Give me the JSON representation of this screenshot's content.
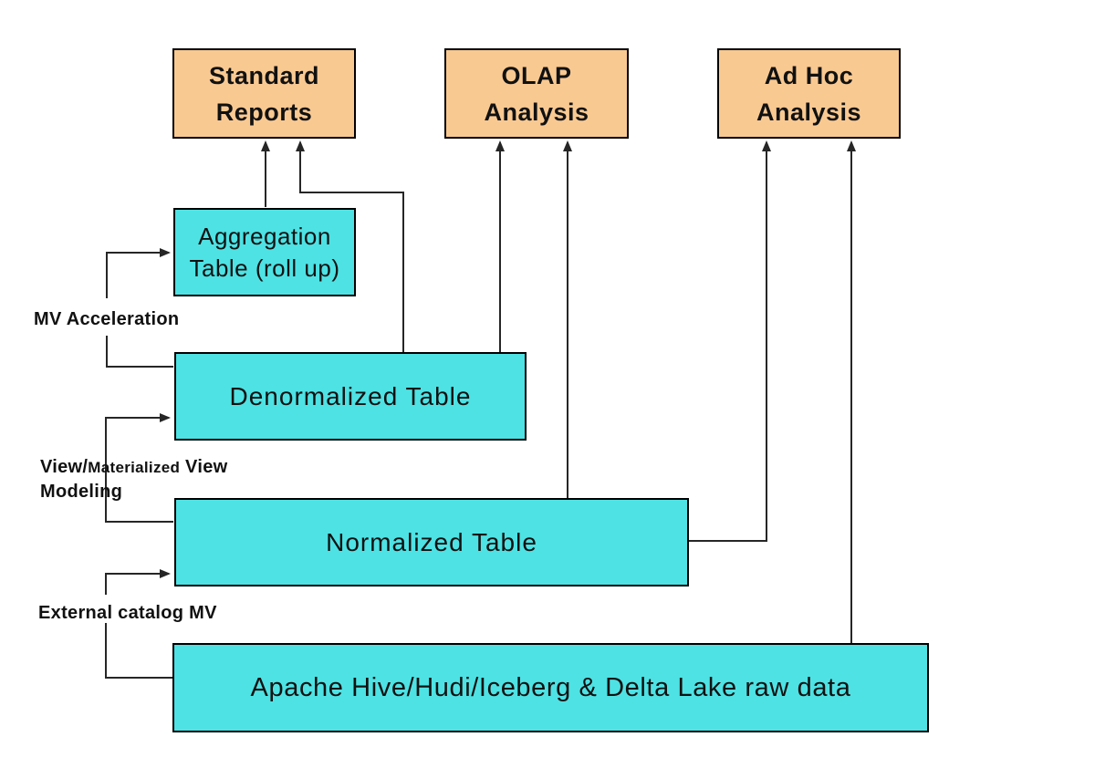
{
  "colors": {
    "bg": "#ffffff",
    "cyan": "#4ee2e4",
    "orange": "#f9c992",
    "border": "#000000",
    "line": "#262626",
    "text": "#111111"
  },
  "boxes": {
    "standard_reports": {
      "lines": [
        "Standard",
        "Reports"
      ]
    },
    "olap_analysis": {
      "lines": [
        "OLAP",
        "Analysis"
      ]
    },
    "adhoc_analysis": {
      "lines": [
        "Ad Hoc",
        "Analysis"
      ]
    },
    "aggregation_table": {
      "lines": [
        "Aggregation",
        "Table (roll up)"
      ]
    },
    "denormalized_table": {
      "label": "Denormalized Table"
    },
    "normalized_table": {
      "label": "Normalized Table"
    },
    "raw_data": {
      "label": "Apache Hive/Hudi/Iceberg & Delta Lake raw data"
    }
  },
  "edge_labels": {
    "mv_acceleration": "MV Acceleration",
    "view_modeling_part1": "View/",
    "view_modeling_part2": "Materialized",
    "view_modeling_part3": " View",
    "view_modeling_line2": "Modeling",
    "external_catalog": "External catalog MV"
  }
}
